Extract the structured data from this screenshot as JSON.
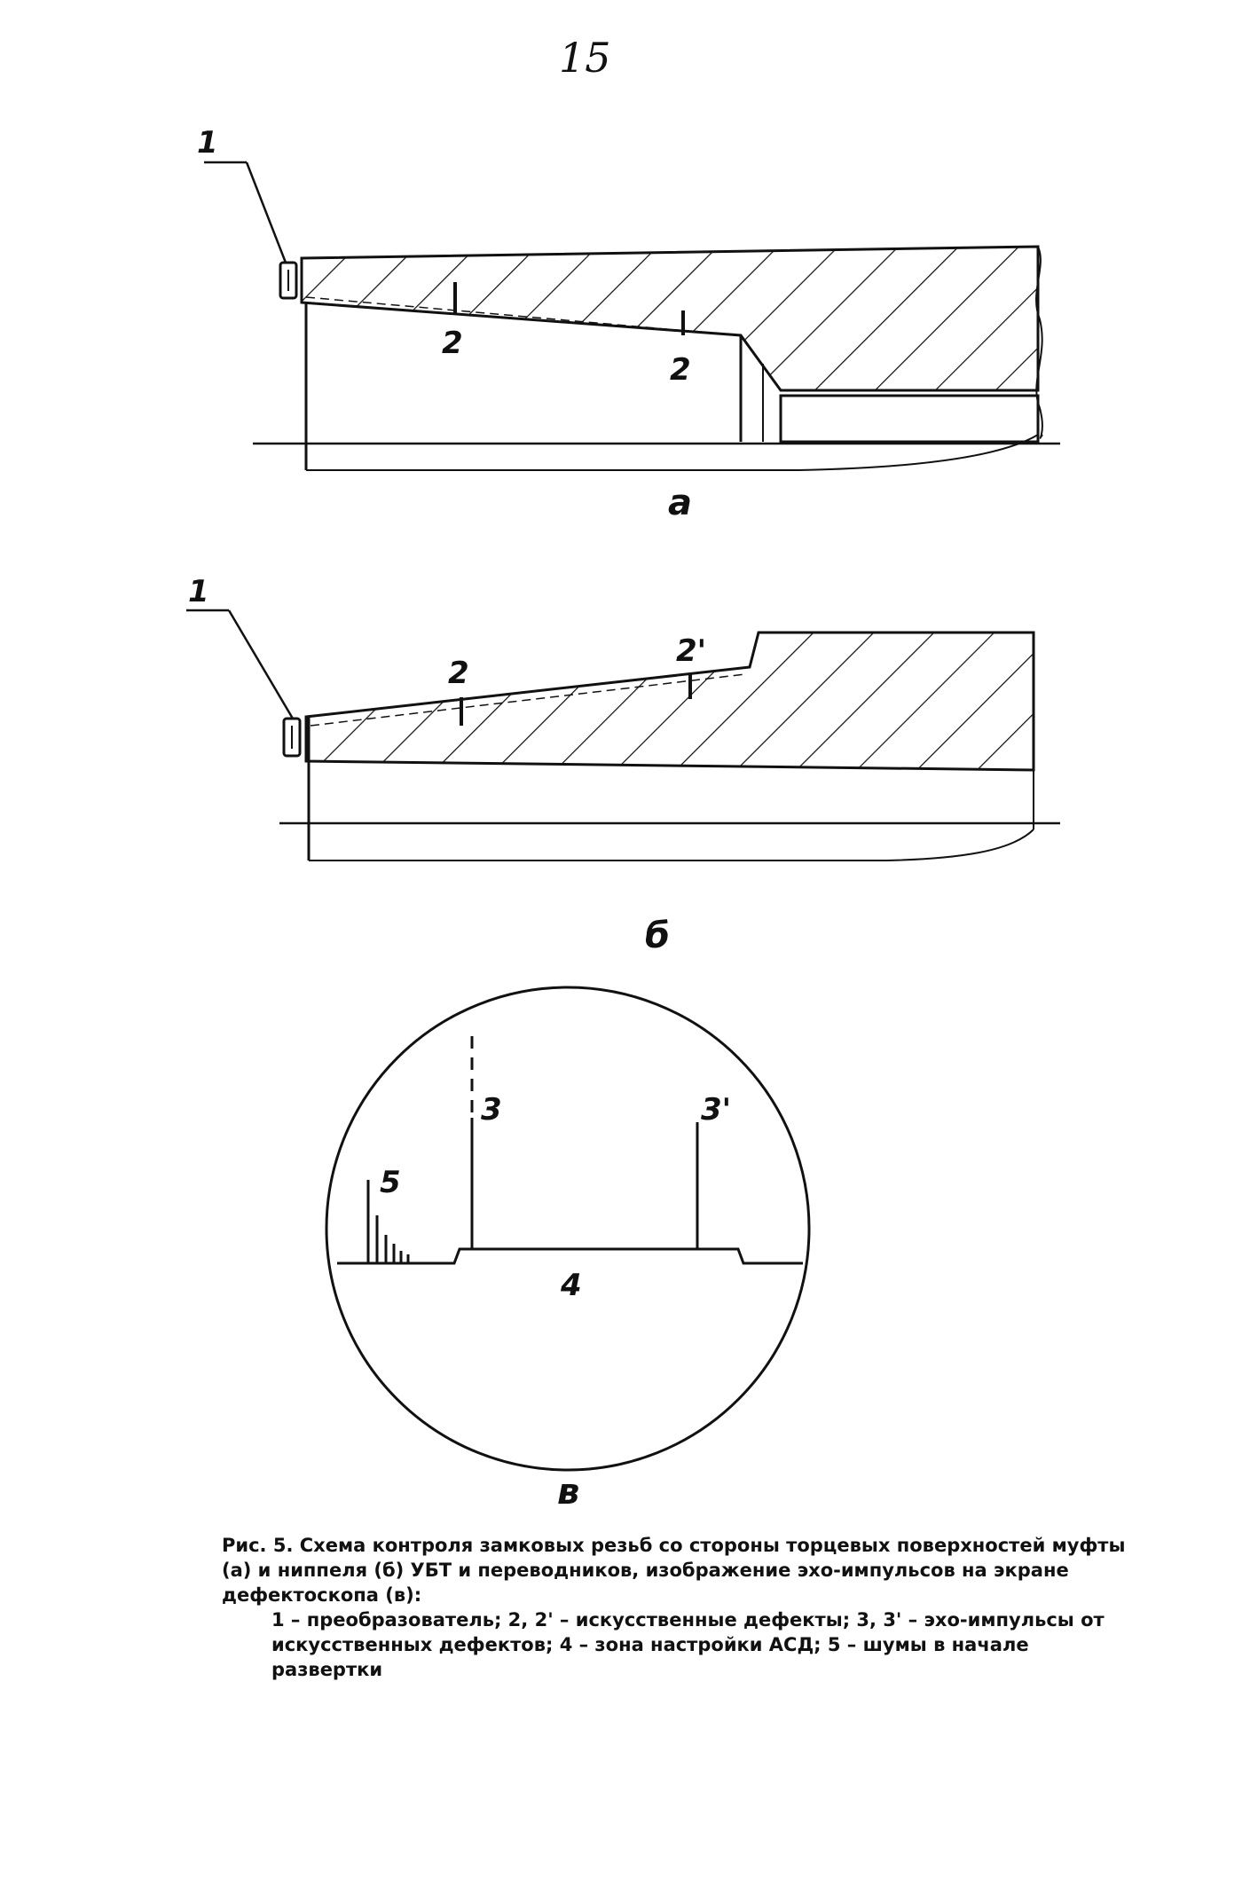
{
  "page_number": "15",
  "figure_a": {
    "label": "а",
    "callouts": {
      "transducer": "1",
      "defect_left": "2",
      "defect_right": "2"
    }
  },
  "figure_b": {
    "label": "б",
    "callouts": {
      "transducer": "1",
      "defect_left": "2",
      "defect_right": "2'"
    }
  },
  "figure_c": {
    "label": "в",
    "callouts": {
      "echo_3": "3",
      "echo_3prime": "3'",
      "zone_4": "4",
      "noise_5": "5"
    }
  },
  "caption": {
    "title": "Рис. 5. Схема контроля замковых резьб со стороны торцевых поверхностей муфты (а) и ниппеля (б) УБТ и переводников, изображение эхо-импульсов на экране дефектоскопа (в):",
    "legend": "1 – преобразователь; 2, 2' – искусственные дефекты; 3, 3' – эхо-импульсы от искусственных дефектов; 4 – зона настройки АСД; 5 – шумы в начале развертки"
  }
}
